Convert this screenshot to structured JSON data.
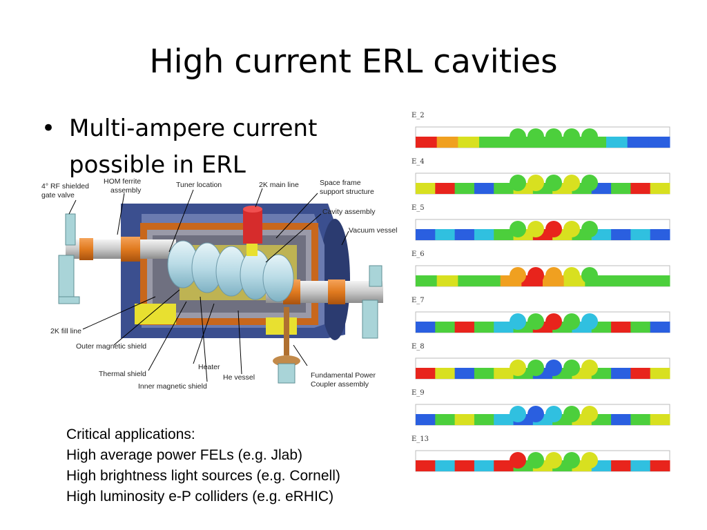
{
  "slide": {
    "title": "High current ERL cavities",
    "bullet": "Multi-ampere current possible in ERL"
  },
  "diagram": {
    "labels": [
      "4° RF shielded",
      "gate valve",
      "HOM ferrite",
      "assembly",
      "Tuner location",
      "2K main line",
      "Space frame",
      "support structure",
      "Cavity assembly",
      "Vacuum vessel",
      "2K fill line",
      "Outer magnetic shield",
      "Thermal shield",
      "Heater",
      "Inner magnetic shield",
      "He vessel",
      "Fundamental Power",
      "Coupler assembly"
    ]
  },
  "field_maps": {
    "labels": [
      "E_2",
      "E_4",
      "E_5",
      "E_6",
      "E_7",
      "E_8",
      "E_9",
      "E_13"
    ]
  },
  "applications": {
    "heading": "Critical applications:",
    "items": [
      "High average power FELs (e.g. Jlab)",
      "High brightness light sources (e.g. Cornell)",
      "High luminosity e-P colliders (e.g. eRHIC)"
    ]
  },
  "colors": {
    "copper": "#e07a1f",
    "cavity": "#b9dbe6",
    "vessel_blue": "#3b4f8f",
    "support": "#a9d4d8",
    "heater_yellow": "#e8e030",
    "field_red": "#e8241c",
    "field_green": "#4ccf3c",
    "field_blue": "#2a5fe0"
  }
}
